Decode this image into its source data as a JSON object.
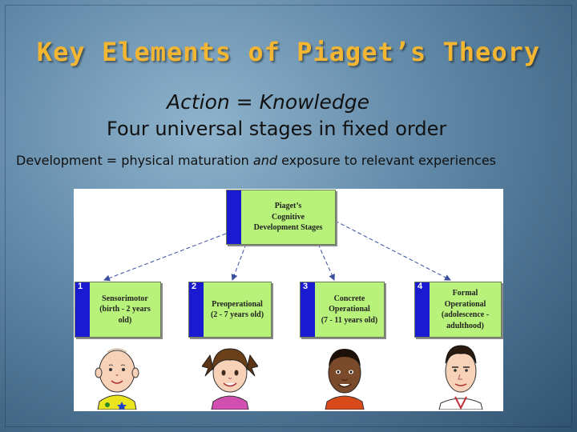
{
  "slide": {
    "title": "Key Elements of Piaget’s Theory",
    "line1": "Action = Knowledge",
    "line2": "Four universal stages in fixed order",
    "line3_part1": "Development = physical maturation ",
    "line3_emph": "and",
    "line3_part2": " exposure  to relevant experiences"
  },
  "diagram": {
    "root": {
      "line1": "Piaget’s",
      "line2": "Cognitive",
      "line3": "Development Stages"
    },
    "stages": [
      {
        "number": "1",
        "line1": "Sensorimotor",
        "line2": "(birth - 2 years",
        "line3": "old)"
      },
      {
        "number": "2",
        "line1": "Preoperational",
        "line2": "(2 - 7 years old)",
        "line3": ""
      },
      {
        "number": "3",
        "line1": "Concrete",
        "line2": "Operational",
        "line3": "(7 - 11 years old)"
      },
      {
        "number": "4",
        "line1": "Formal Operational",
        "line2": "(adolescence -",
        "line3": "adulthood)"
      }
    ],
    "colors": {
      "box_fill": "#b8f27a",
      "bar": "#1a1ad0",
      "arrow": "#3a4fa0"
    },
    "illustrations": [
      "baby-face-icon",
      "girl-face-icon",
      "boy-face-icon",
      "man-face-icon"
    ]
  }
}
